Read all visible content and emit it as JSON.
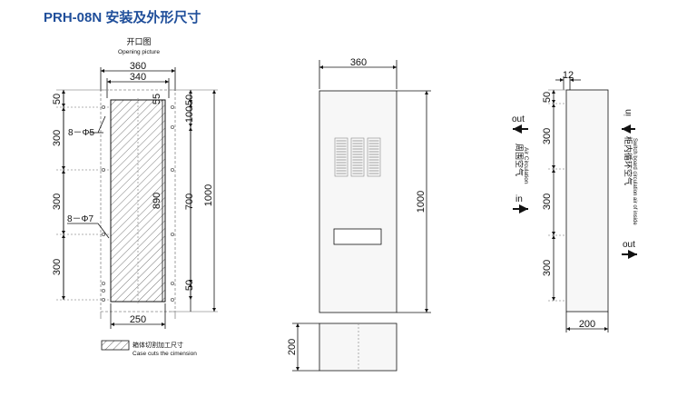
{
  "title": "PRH-08N 安装及外形尺寸",
  "opening": {
    "label_cn": "开口图",
    "label_en": "Opening picture",
    "dim_360": "360",
    "dim_340": "340",
    "dim_250": "250",
    "dim_890": "890",
    "dim_700": "700",
    "dim_1000": "1000",
    "left_50": "50",
    "left_300a": "300",
    "left_300b": "300",
    "left_300c": "300",
    "hole5": "8－Φ5",
    "hole7": "8－Φ7",
    "top_55": "55",
    "top_50": "50",
    "top_100": "100",
    "bottom_50": "50",
    "legend_cn": "箱体切割加工尺寸",
    "legend_en": "Case cuts the cimension"
  },
  "front": {
    "width": "360",
    "height": "1000",
    "base": "200"
  },
  "side": {
    "depth_top": "12",
    "left_50": "50",
    "left_300a": "300",
    "left_300b": "300",
    "left_300c": "300",
    "bottom": "200",
    "out_left": "out",
    "in_left": "in",
    "out_right": "out",
    "in_right": "in",
    "left_cn": "周围空气",
    "left_en": "Air Circulation",
    "right_cn": "柜内循环空气",
    "right_en": "Switch board circulation air of inside"
  },
  "colors": {
    "title": "#1f4e9a",
    "panel_fill": "#f7f7f7",
    "hatch": "#555555"
  }
}
